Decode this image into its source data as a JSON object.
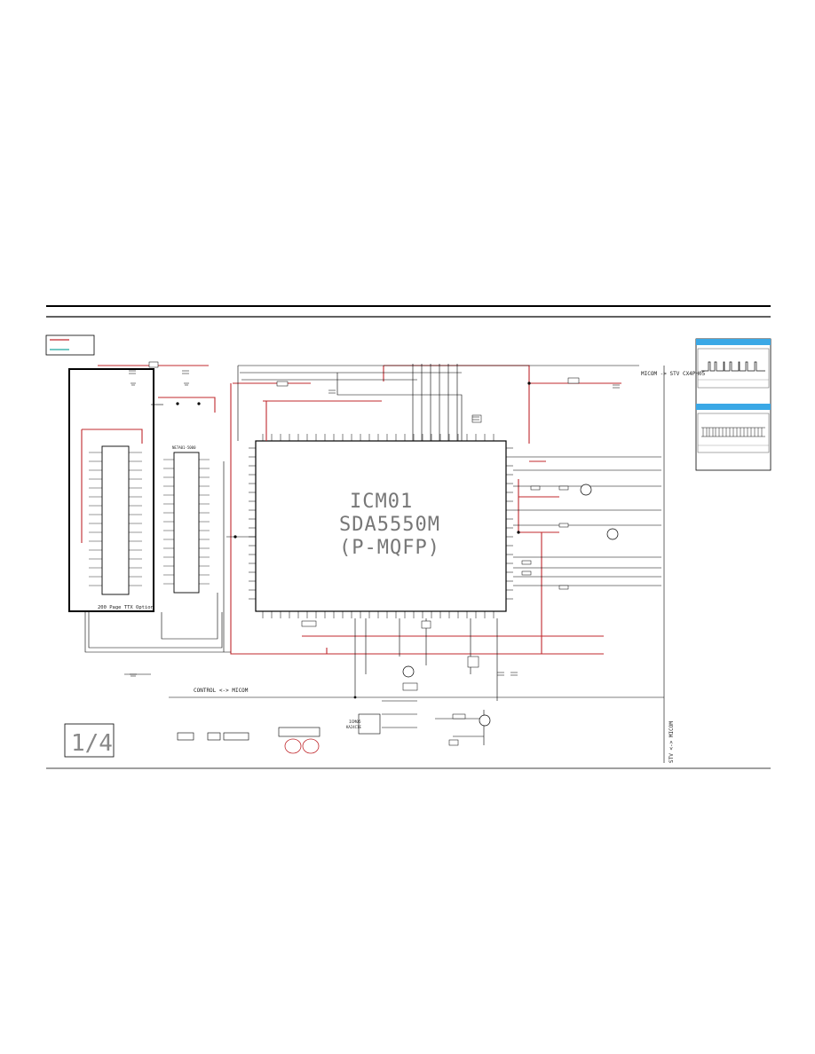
{
  "ic_main": {
    "ref": "ICM01",
    "part": "SDA5550M",
    "package": "(P-MQFP)"
  },
  "ic_flash": {
    "label": "200 Page TTX Option"
  },
  "ic_eeprom": {
    "part": "NE7A01-5000"
  },
  "bus_labels": {
    "top_right": "MICOM -> STV CX4PH05",
    "control": "CONTROL <-> MICOM",
    "right_vertical": "STV <-> MICOM"
  },
  "connector": {
    "ref": "ICM05",
    "sub": "KA24C1E"
  },
  "page_indicator": "1/4",
  "legend": {
    "line1_color": "#c0282d",
    "line2_color": "#1ea7a0"
  },
  "waveform_panel": {
    "header_color": "#3aa8e6"
  }
}
